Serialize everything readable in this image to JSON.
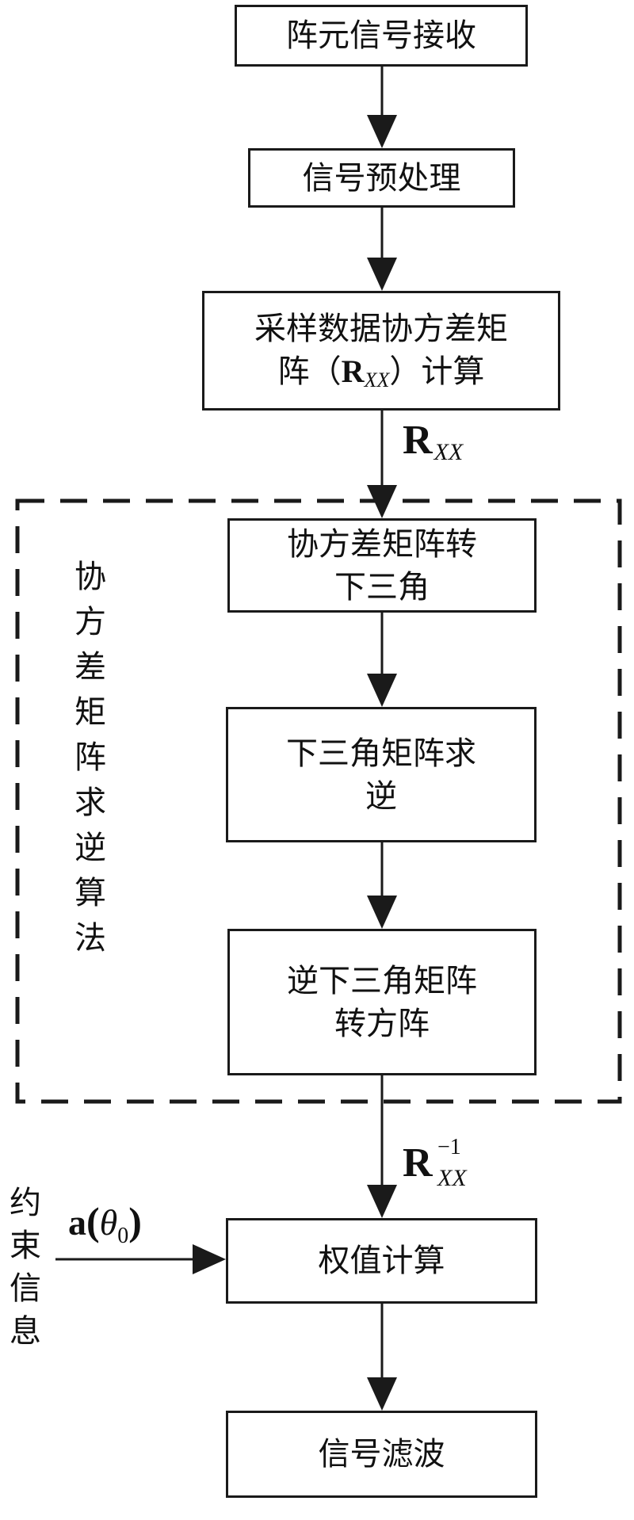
{
  "boxes": {
    "receive": "阵元信号接收",
    "preprocess": "信号预处理",
    "covariance_line1": "采样数据协方差矩",
    "covariance_line2_pre": "阵（",
    "covariance_line2_sym": "R",
    "covariance_line2_sub": "XX",
    "covariance_line2_post": "）计算",
    "lower_tri_line1": "协方差矩阵转",
    "lower_tri_line2": "下三角",
    "invert_line1": "下三角矩阵求",
    "invert_line2": "逆",
    "to_square_line1": "逆下三角矩阵",
    "to_square_line2": "转方阵",
    "weights": "权值计算",
    "filter": "信号滤波"
  },
  "group_label": [
    "协",
    "方",
    "差",
    "矩",
    "阵",
    "求",
    "逆",
    "算",
    "法"
  ],
  "side_label": [
    "约",
    "束",
    "信",
    "息"
  ],
  "edge_labels": {
    "rxx_symbol": "R",
    "rxx_sub": "XX",
    "rxx_inv_symbol": "R",
    "rxx_inv_sub": "XX",
    "rxx_inv_sup": "−1",
    "steering_symbol": "a",
    "steering_open": "(",
    "steering_theta": "θ",
    "steering_sub": "0",
    "steering_close": ")"
  }
}
